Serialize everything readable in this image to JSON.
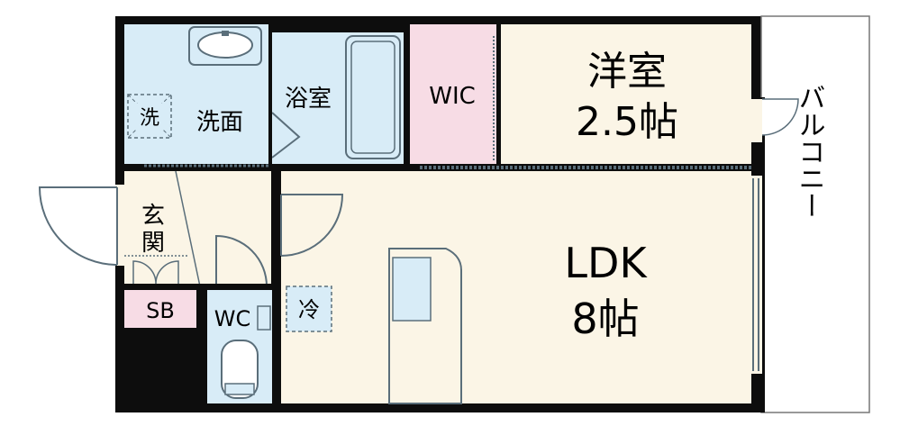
{
  "rooms": {
    "western": {
      "name": "洋室",
      "size": "2.5帖"
    },
    "ldk": {
      "name": "LDK",
      "size": "8帖"
    },
    "bath": "浴室",
    "washroom": "洗面",
    "wic": "WIC",
    "entrance": "玄関",
    "shoe_box": "SB",
    "toilet": "WC",
    "balcony": "バルコニー"
  },
  "markers": {
    "washing_machine": "洗",
    "refrigerator": "冷"
  },
  "colors": {
    "wall": "#0d0d0d",
    "floor": "#fbf5e6",
    "wet_area": "#d8ecf7",
    "wic": "#f7dce5",
    "shoe_box": "#f7dce5",
    "fixture_stroke": "#5a6e7a"
  }
}
